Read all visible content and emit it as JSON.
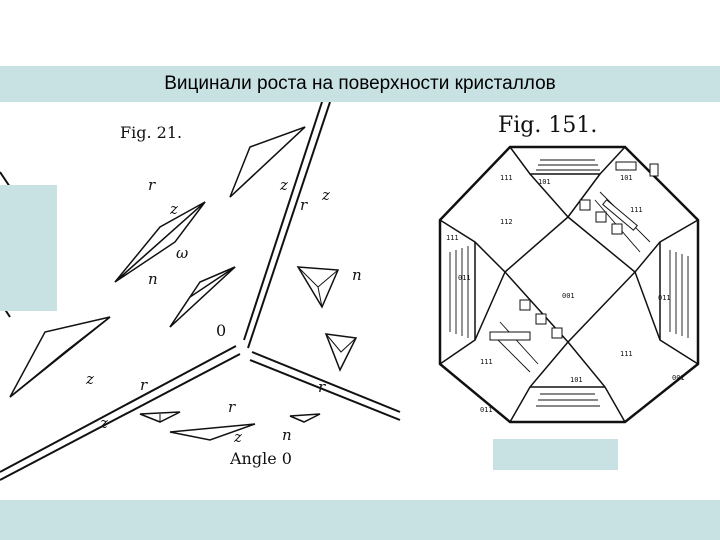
{
  "slide": {
    "title": "Вицинали роста на поверхности кристаллов"
  },
  "figure_left": {
    "caption": "Fig. 21.",
    "labels": [
      "r",
      "z",
      "z",
      "r",
      "z",
      "ω",
      "n",
      "n",
      "0",
      "z",
      "r",
      "z",
      "r",
      "r",
      "z",
      "n"
    ],
    "bottom_caption": "Angle 0"
  },
  "figure_right": {
    "caption": "Fig. 151.",
    "face_labels": [
      "111",
      "101",
      "112",
      "001",
      "011",
      "111",
      "101",
      "111",
      "011",
      "101",
      "111",
      "001",
      "111",
      "011"
    ]
  },
  "colors": {
    "band": "#c8e1e3",
    "ink": "#111111"
  }
}
